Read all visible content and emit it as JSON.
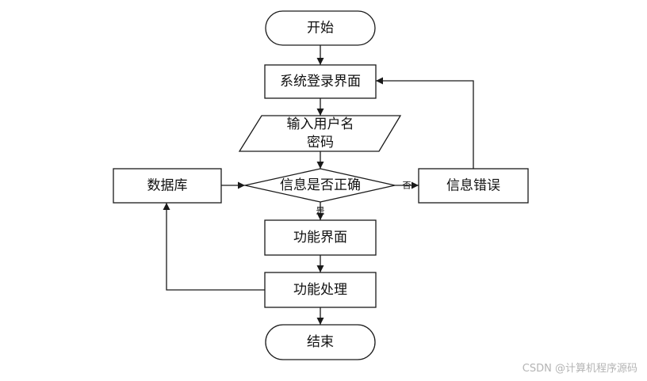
{
  "nodes": {
    "start": "开始",
    "login": "系统登录界面",
    "input_line1": "输入用户名",
    "input_line2": "密码",
    "check": "信息是否正确",
    "database": "数据库",
    "error": "信息错误",
    "function_ui": "功能界面",
    "process": "功能处理",
    "end": "结束"
  },
  "edges": {
    "no": "否",
    "yes": "是"
  },
  "watermark": "CSDN @计算机程序源码"
}
